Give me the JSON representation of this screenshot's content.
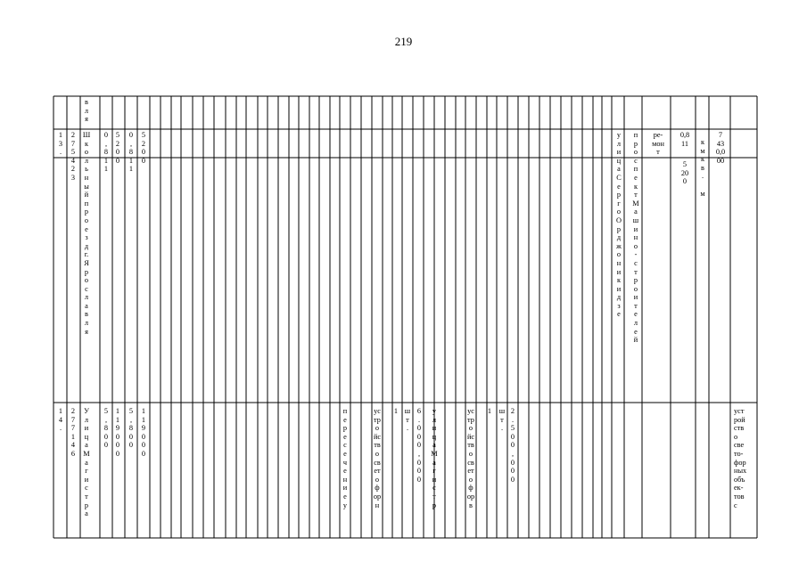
{
  "page_number": "219",
  "row_header": {
    "name_tail": "в\nл\nя"
  },
  "row_13": {
    "num": "1\n3\n.",
    "code": "2\n7\n5\n4\n2\n3",
    "name": "Ш\nк\nо\nл\nь\nн\nы\nй\nп\nр\nо\nе\nз\nд\nг.\nЯ\nр\nо\nс\nл\nа\nв\nл\nя",
    "v1": "0\n,\n8\n1\n1",
    "v2": "5\n2\n0\n0",
    "v3": "0\n,\n8\n1\n1",
    "v4": "5\n2\n0\n0",
    "street1": "у\nл\nи\nц\nа\nС\nе\nр\nг\nо\nО\nр\nд\nж\nо\nн\nи\nк\nи\nд\nз\nе",
    "street2": "п\nр\nо\nс\nп\nе\nк\nт\nМ\nа\nш\nи\nн\nо\n-\nс\nт\nр\nо\nи\nт\nе\nл\nе\nй",
    "work": "ре-\nмон\nт",
    "amount_top": "0,8\n11",
    "amount_bottom": "5\n20\n0",
    "unit": "к\nм\nк\nв\n.\n\nм",
    "cost": "7\n43\n0,0\n00"
  },
  "row_14": {
    "num": "1\n4\n.",
    "code": "2\n7\n7\n1\n4\n6",
    "name": "У\nл\nи\nц\nа\nМ\nа\nг\nи\nс\nт\nр\nа",
    "v1": "5\n,\n8\n0\n0",
    "v2": "1\n1\n9\n0\n0\n0",
    "v3": "5\n,\n8\n0\n0",
    "v4": "1\n1\n9\n0\n0\n0",
    "a1": "п\nе\nр\nе\nс\nе\nч\nе\nн\nи\nе\nу",
    "a2": "ус\nтр\nо\nйс\nтв\nо\nсв\nет\nо\nф\nор\nн",
    "a3": "1",
    "a4": "ш\nт\n.",
    "a5": "6\n.\n0\n0\n0\n,\n0\n0\n0",
    "a6": "у\nл\nи\nц\nа\nМ\nа\nг\nи\nс\nт\nр",
    "a7": "ус\nтр\nо\nйс\nтв\nо\nсв\nет\nо\nф\nор\nв",
    "a8": "1",
    "a9": "ш\nт\n.",
    "a10": "2\n.\n5\n0\n0\n,\n0\n0\n0",
    "note": "уст\nрой\nств\nо\nсве\nто-\nфор\nных\nобъ\nек-\nтов\nс"
  }
}
